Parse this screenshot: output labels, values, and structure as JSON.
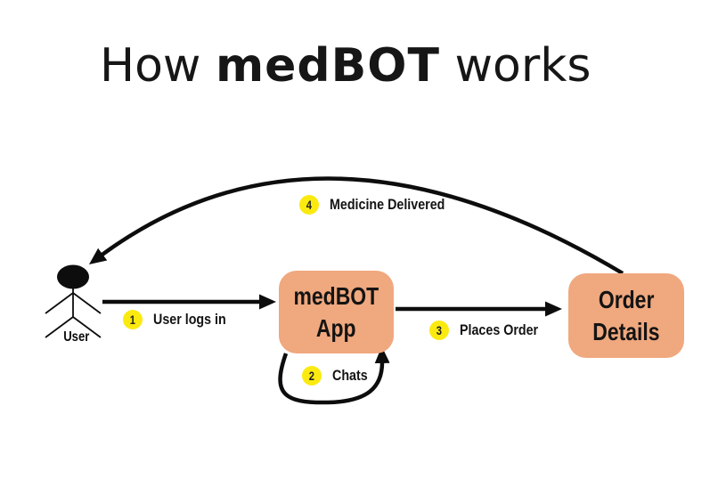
{
  "title": {
    "word1": "How",
    "brand": "medBOT",
    "word2": "works"
  },
  "colors": {
    "box_fill": "#F0A87E",
    "badge": "#FBEA10",
    "ink": "#0d0d0d"
  },
  "actors": {
    "user": "User"
  },
  "nodes": [
    {
      "id": "medbot-app",
      "line1": "medBOT",
      "line2": "App"
    },
    {
      "id": "order-details",
      "line1": "Order",
      "line2": "Details"
    }
  ],
  "steps": [
    {
      "num": "1",
      "label": "User logs in"
    },
    {
      "num": "2",
      "label": "Chats"
    },
    {
      "num": "3",
      "label": "Places Order"
    },
    {
      "num": "4",
      "label": "Medicine Delivered"
    }
  ]
}
